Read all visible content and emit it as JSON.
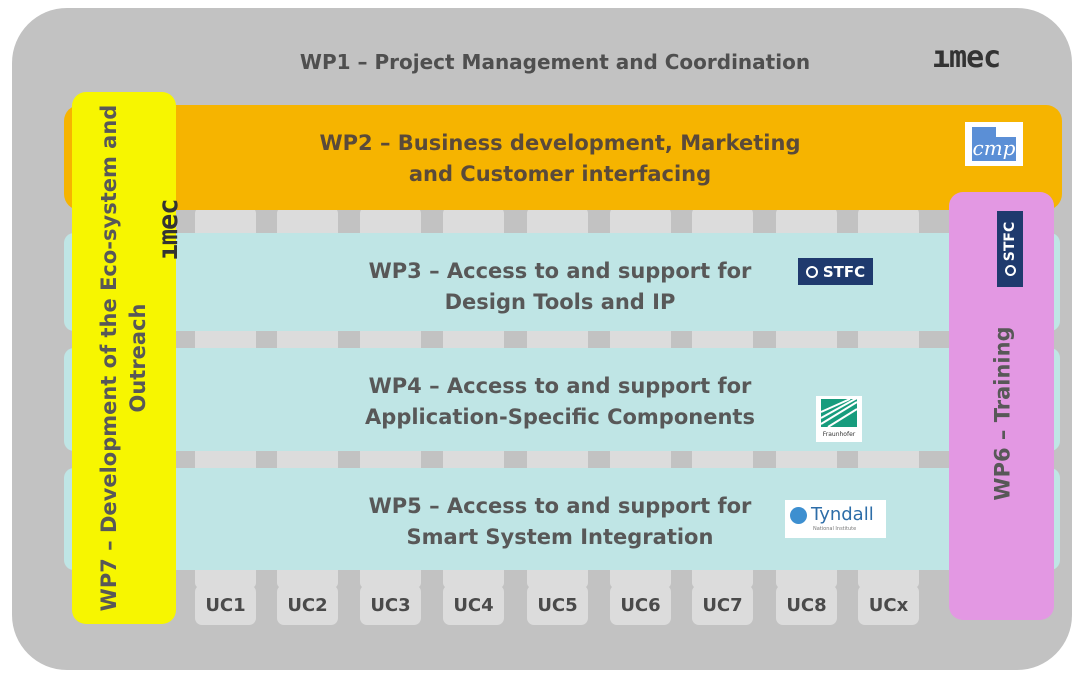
{
  "wp1": {
    "title": "WP1 – Project Management and Coordination",
    "logo": "ımec"
  },
  "wp2": {
    "line1": "WP2 – Business development, Marketing",
    "line2": "and Customer interfacing",
    "logo": "cmp"
  },
  "wp3": {
    "line1": "WP3 – Access to and support for",
    "line2": "Design Tools and IP",
    "logo": "STFC"
  },
  "wp4": {
    "line1": "WP4 – Access to and support for",
    "line2": "Application-Specific Components",
    "logo": "Fraunhofer"
  },
  "wp5": {
    "line1": "WP5 –  Access to and support for",
    "line2": "Smart System Integration",
    "logo_main": "Tyndall",
    "logo_sub": "National Institute"
  },
  "wp6": {
    "title": "WP6 – Training",
    "logo": "STFC"
  },
  "wp7": {
    "line1": "WP7 – Development of the Eco-system and",
    "line2": "Outreach",
    "logo": "ımec"
  },
  "use_cases": [
    "UC1",
    "UC2",
    "UC3",
    "UC4",
    "UC5",
    "UC6",
    "UC7",
    "UC8",
    "UCx"
  ],
  "colors": {
    "wp2": "#f6b400",
    "wp7": "#f7f600",
    "wp6": "#e398e3",
    "bands": "#bfe5e5",
    "background": "#c2c2c2"
  }
}
